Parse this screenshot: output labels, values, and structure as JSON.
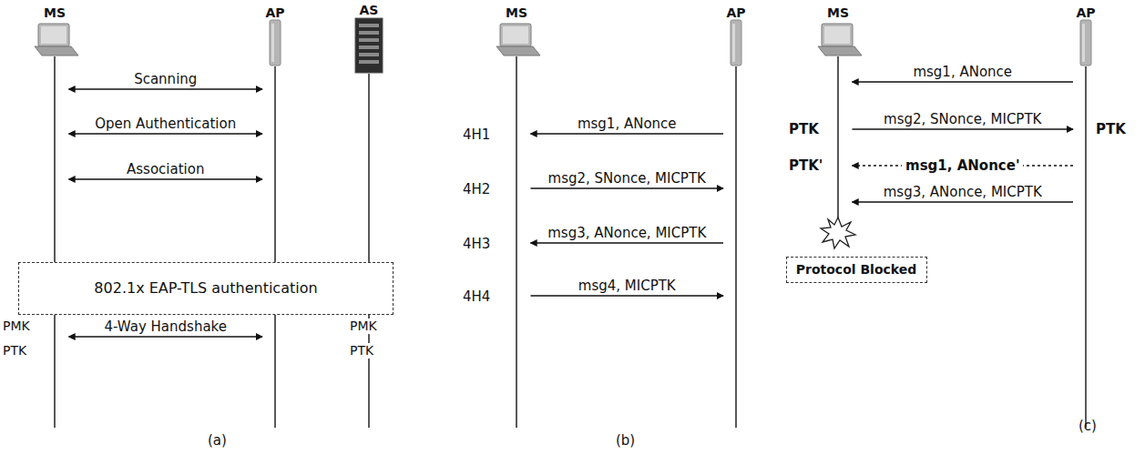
{
  "diagram": {
    "nodes": [
      {
        "text": [
          "MS"
        ]
      },
      {
        "text": [
          "AP"
        ]
      },
      {
        "text": [
          "AS"
        ]
      },
      {
        "text": [
          "802.1x EAP-TLS authentication"
        ]
      },
      {
        "text": [
          "MS"
        ]
      },
      {
        "text": [
          "AP"
        ]
      },
      {
        "text": [
          "MS"
        ]
      },
      {
        "text": [
          "AP"
        ]
      },
      {
        "text": [
          "Protocol Blocked"
        ]
      }
    ],
    "edges": [
      {
        "from": 0,
        "to": 1,
        "arrow": "both",
        "label": "Scanning"
      },
      {
        "from": 0,
        "to": 1,
        "arrow": "both",
        "label": "Open Authentication"
      },
      {
        "from": 0,
        "to": 1,
        "arrow": "both",
        "label": "Association"
      },
      {
        "from": 0,
        "to": 1,
        "arrow": "both",
        "label": "4-Way Handshake"
      },
      {
        "from": 5,
        "to": 4,
        "arrow": "to",
        "label": "msg1, ANonce"
      },
      {
        "from": 4,
        "to": 5,
        "arrow": "to",
        "label": "msg2, SNonce, MICPTK"
      },
      {
        "from": 5,
        "to": 4,
        "arrow": "to",
        "label": "msg3, ANonce, MICPTK"
      },
      {
        "from": 4,
        "to": 5,
        "arrow": "to",
        "label": "msg4, MICPTK"
      },
      {
        "from": 7,
        "to": 6,
        "arrow": "to",
        "label": "msg1, ANonce"
      },
      {
        "from": 6,
        "to": 7,
        "arrow": "to",
        "label": "msg2, SNonce, MICPTK"
      },
      {
        "from": 7,
        "to": 6,
        "arrow": "to",
        "label": "msg1, ANonce'"
      },
      {
        "from": 7,
        "to": 6,
        "arrow": "to",
        "label": "msg3, ANonce, MICPTK"
      }
    ],
    "labels": [
      "PMK",
      "PTK",
      "PMK",
      "PTK",
      "4H1",
      "4H2",
      "4H3",
      "4H4",
      "PTK",
      "PTK",
      "PTK'",
      "(a)",
      "(b)",
      "(c)"
    ]
  }
}
